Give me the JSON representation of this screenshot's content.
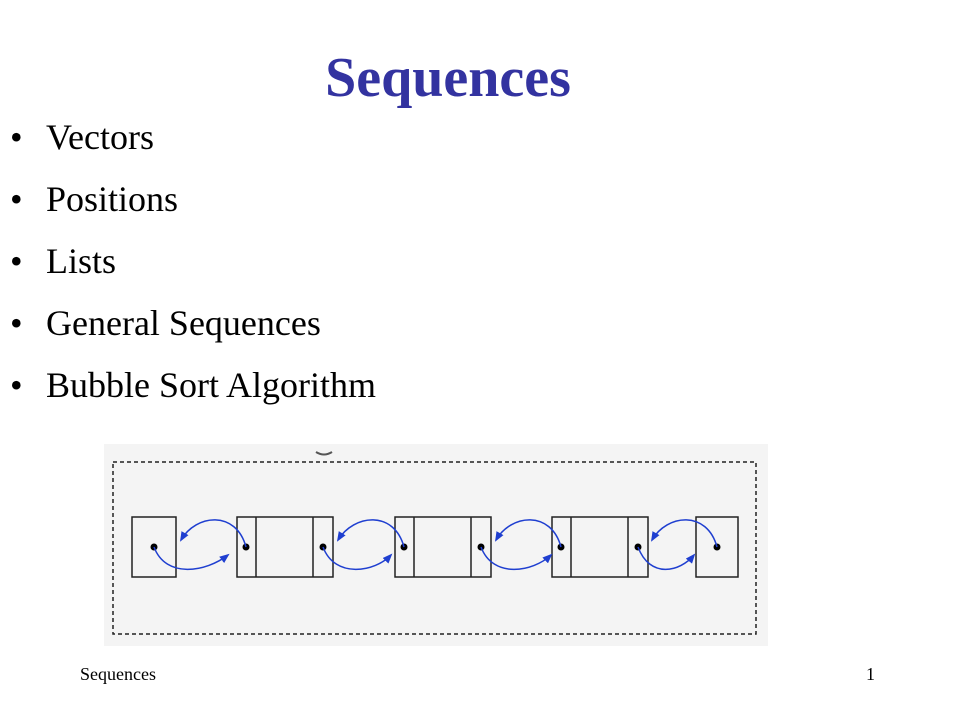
{
  "slide": {
    "title": "Sequences",
    "bullets": [
      "Vectors",
      "Positions",
      "Lists",
      "General Sequences",
      "Bubble Sort Algorithm"
    ],
    "bullet_glyph": "•",
    "footer_title": "Sequences",
    "page_number": "1"
  },
  "diagram": {
    "kind": "doubly-linked-list",
    "nodes": [
      "header",
      "node",
      "node",
      "node",
      "trailer"
    ],
    "link_color": "#1f3fd0",
    "border_color": "#222222",
    "panel_color": "#f4f4f4"
  }
}
